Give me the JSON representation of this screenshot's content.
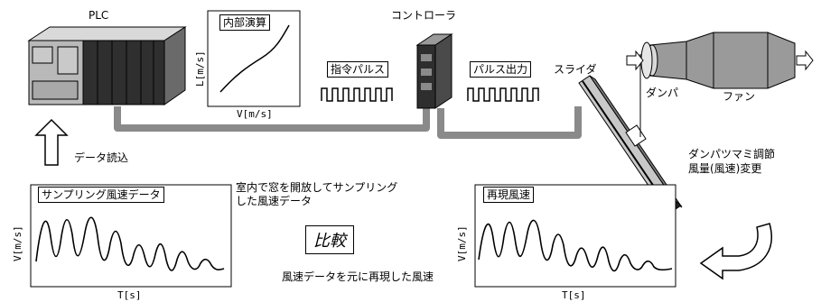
{
  "labels": {
    "plc": "PLC",
    "controller": "コントローラ",
    "internal_calc": "内部演算",
    "calc_xlabel": "V[m/s]",
    "calc_ylabel": "L[m/s]",
    "command_pulse": "指令パルス",
    "pulse_output": "パルス出力",
    "slider": "スライダ",
    "damper": "ダンパ",
    "fan": "ファン",
    "data_read": "データ読込",
    "sampling_title": "サンプリング風速データ",
    "sampling_note_line1": "室内で窓を開放してサンプリング",
    "sampling_note_line2": "した風速データ",
    "compare": "比較",
    "reproduced_note": "風速データを元に再現した風速",
    "reproduced_title": "再現風速",
    "damper_adjust_line1": "ダンパツマミ調節",
    "damper_adjust_line2": "風量(風速)変更",
    "graph_xlabel": "T[s]",
    "graph_ylabel": "V[m/s]"
  },
  "colors": {
    "line": "#000000",
    "cable": "#8a8a8a",
    "plc_body": "#3a3a3a",
    "plc_module": "#b9b9b9",
    "fan_body": "#9a9a9a"
  }
}
